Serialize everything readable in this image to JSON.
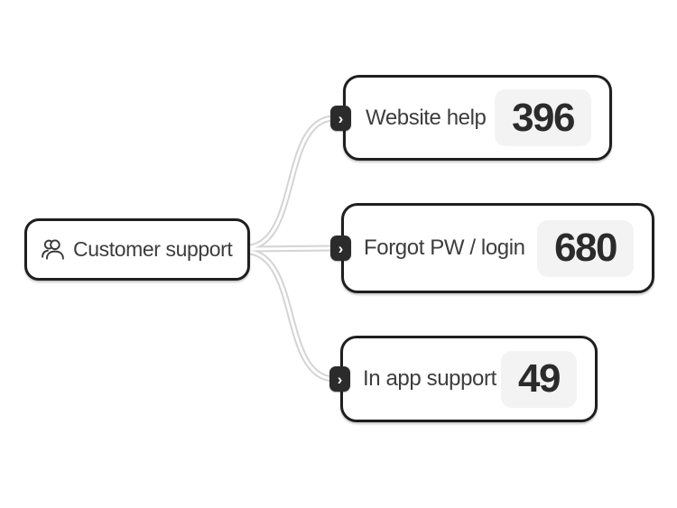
{
  "canvas": {
    "background": "#ffffff"
  },
  "colors": {
    "node_fill": "#ffffff",
    "node_border": "#1f1f1f",
    "label_text": "#3d3d3d",
    "count_text": "#2b2b2b",
    "badge_bg": "#f3f3f3",
    "connector": "#d4d4d4",
    "connector_core": "#ffffff",
    "chevron_bg": "#2b2b2b",
    "chevron_glyph": "#ffffff"
  },
  "icons": {
    "root_icon": "users-icon",
    "chevron_glyph": "›"
  },
  "root": {
    "label": "Customer support"
  },
  "children": [
    {
      "label": "Website help",
      "count": "396"
    },
    {
      "label": "Forgot PW / login",
      "count": "680"
    },
    {
      "label": "In app support",
      "count": "49"
    }
  ]
}
